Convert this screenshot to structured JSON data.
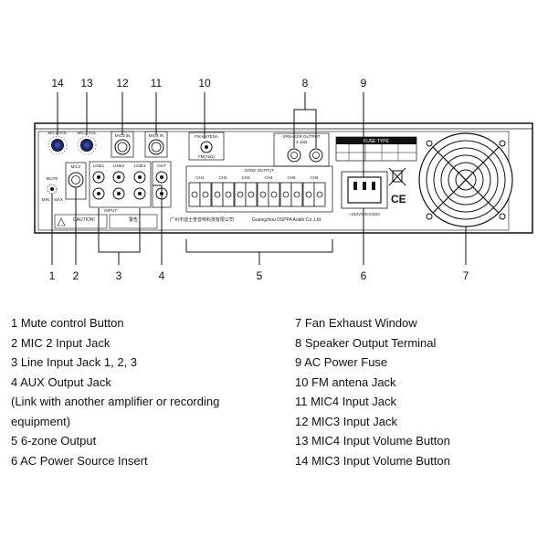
{
  "callouts": {
    "top": [
      "14",
      "13",
      "12",
      "11",
      "10",
      "8",
      "9"
    ],
    "bottom": [
      "1",
      "2",
      "3",
      "4",
      "5",
      "6",
      "7"
    ]
  },
  "panel": {
    "mic4_vol": "MIC4 VOL",
    "mic3_vol": "MIC3 VOL",
    "mic3_in": "MIC3 IN",
    "mic4_in": "MIC4 IN",
    "fm_antenna": "FM ANTENA",
    "fm_code": "FM(75Ω)",
    "speaker_output": "SPEAKER OUTPUT",
    "speaker_imp": "4-16Ω",
    "fuse_type": "FUSE TYPE",
    "mute": "MUTE",
    "mute_min": "MIN",
    "mute_max": "MAX",
    "mic2": "MIC2",
    "line1": "LINE1",
    "line2": "LINE2",
    "line3": "LINE3",
    "out": "OUT",
    "input": "INPUT",
    "zone_output": "ZONE OUTPUT",
    "channels": [
      "CH1",
      "CH2",
      "CH3",
      "CH4",
      "CH5",
      "CH6"
    ],
    "caution": "CAUTION!",
    "warning_cn": "警告",
    "company_cn": "广州市迪士普音响科技有限公司",
    "company_en": "Guangzhou DSPPA Audio Co.,Ltd.",
    "power_label": "~220V/50Hz/60A"
  },
  "legend": {
    "left": [
      "1 Mute control Button",
      "2 MIC 2 Input Jack",
      "3 Line Input Jack 1, 2, 3",
      "4 AUX Output Jack",
      "(Link with another amplifier or recording",
      "equipment)",
      "5 6-zone Output",
      "6 AC Power Source Insert"
    ],
    "right": [
      "7 Fan Exhaust Window",
      "8 Speaker Output Terminal",
      "9 AC Power Fuse",
      "10 FM antena Jack",
      "11 MIC4 Input Jack",
      "12 MIC3 Input Jack",
      "13 MIC4 Input Volume Button",
      "14 MIC3 Input Volume Button"
    ]
  }
}
